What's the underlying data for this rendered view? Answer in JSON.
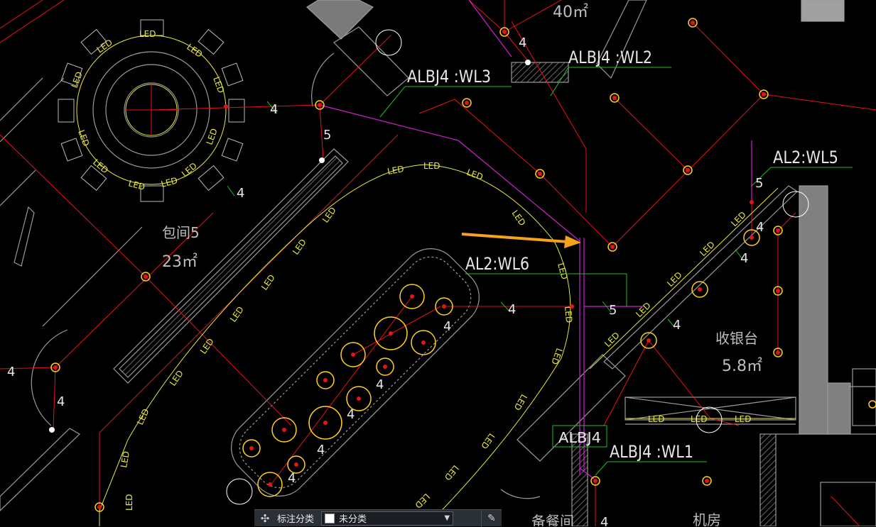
{
  "drawing": {
    "circuit_labels": {
      "wl3": "ALBJ4 :WL3",
      "wl2": "ALBJ4 :WL2",
      "wl5": "AL2:WL5",
      "wl6": "AL2:WL6",
      "wl1": "ALBJ4 :WL1",
      "panel": "ALBJ4"
    },
    "rooms": {
      "private_room_name": "包间5",
      "private_room_area": "23㎡",
      "cashier_name": "收银台",
      "cashier_area": "5.8㎡",
      "top_area": "40㎡",
      "service_room": "备餐间",
      "machine_room": "机房"
    },
    "wire_counts": {
      "four": "4",
      "five": "5"
    },
    "led_text": "LED",
    "colors": {
      "background": "#000000",
      "wire_red": "#e8121a",
      "wire_magenta": "#d21fd2",
      "led_yellow": "#e8e840",
      "label_white": "#e6e6e6",
      "leader_green": "#1fbf1f",
      "fixture_yellow": "#ffd11a",
      "arrow_orange": "#f5a31a",
      "wall_gray": "#9a9a9a"
    }
  },
  "toolbar": {
    "group_icon": "annotation-group-icon",
    "category_label": "标注分类",
    "category_value": "未分类",
    "edit_icon": "edit-pencil-icon"
  }
}
